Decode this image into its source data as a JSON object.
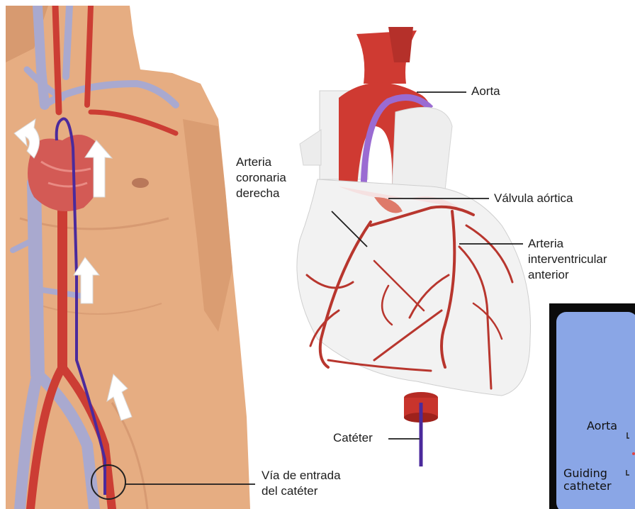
{
  "labels": {
    "aorta": "Aorta",
    "aortic_valve": "Válvula aórtica",
    "right_coronary_line1": "Arteria",
    "right_coronary_line2": "coronaria",
    "right_coronary_line3": "derecha",
    "lad_line1": "Arteria",
    "lad_line2": "interventricular",
    "lad_line3": "anterior",
    "catheter": "Catéter",
    "entry_line1": "Vía de entrada",
    "entry_line2": "del catéter"
  },
  "inset": {
    "aorta": "Aorta",
    "guiding_line1": "Guiding",
    "guiding_line2": "catheter"
  },
  "colors": {
    "skin": "#e9b489",
    "skin_shadow": "#c98a62",
    "vein": "#a9a9cf",
    "artery": "#c8352c",
    "catheter": "#4b2a9c",
    "heart_white": "#f2f2f2",
    "inset_blue": "#8aa6e6"
  }
}
